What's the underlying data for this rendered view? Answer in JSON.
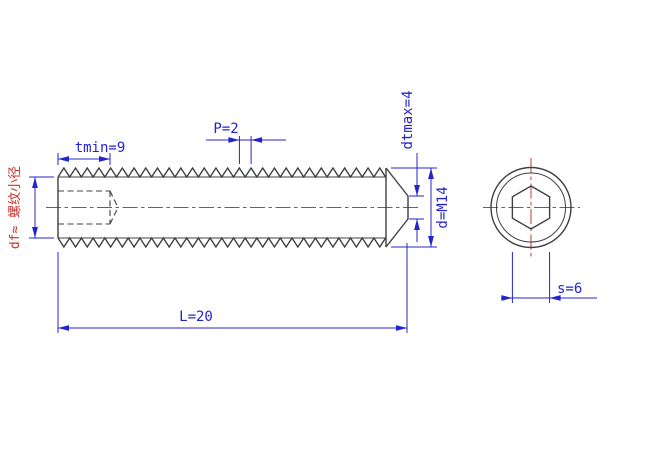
{
  "drawing": {
    "dimensions": {
      "tmin": "tmin=9",
      "pitch": "P=2",
      "dtmax": "dtmax=4",
      "diameter": "d=M14",
      "length": "L=20",
      "hex_width": "s=6",
      "minor_dia_note": "df≈ 螺纹小径"
    },
    "colors": {
      "object": "#3c4043",
      "dimension": "#2424cc",
      "centerline": "#c8392e",
      "note_red": "#d03028",
      "background": "#ffffff"
    }
  }
}
